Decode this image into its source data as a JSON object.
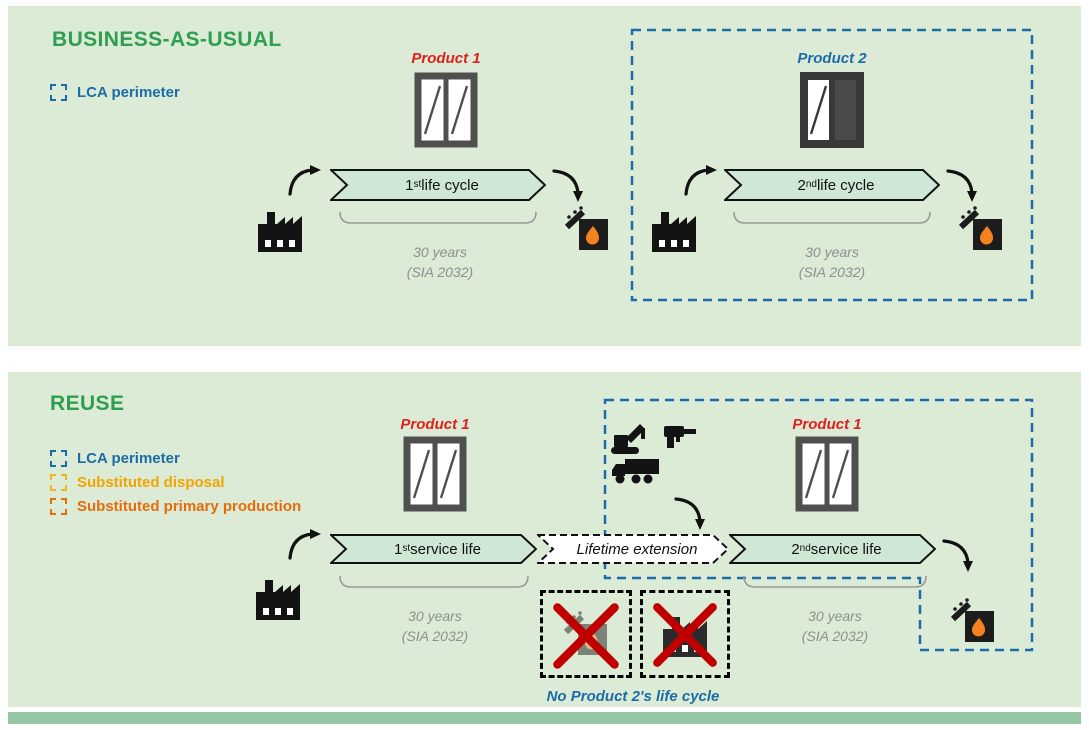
{
  "colors": {
    "panel_background": "#dcebd6",
    "title_green": "#2f9e50",
    "lca_perimeter_blue": "#1b6ca8",
    "product1_red": "#e0201c",
    "product2_blue": "#1b6ca8",
    "banner_fill_green": "#cfe8d6",
    "substituted_disposal_yellow": "#f0a500",
    "substituted_primary_orange": "#e46c0a",
    "cross_red": "#c00000",
    "muted_gray_text": "#8e8e8e"
  },
  "icons": {
    "factory": "factory-icon",
    "window": "window-icon",
    "incineration_plant": "incineration-plant-icon",
    "curved_arrow": "curved-arrow-icon",
    "demolition_machine": "demolition-machine-icon",
    "drill": "drill-icon",
    "truck": "truck-icon",
    "red_cross": "red-cross-icon"
  },
  "bau": {
    "title": "BUSINESS-AS-USUAL",
    "legend": {
      "lca": "LCA perimeter"
    },
    "product1": "Product 1",
    "product2": "Product 2",
    "cycle1": {
      "base": "1",
      "sup": "st",
      "rest": " life cycle"
    },
    "cycle2": {
      "base": "2",
      "sup": "nd",
      "rest": " life cycle"
    },
    "duration1": {
      "years": "30 years",
      "norm": "(SIA 2032)"
    },
    "duration2": {
      "years": "30 years",
      "norm": "(SIA 2032)"
    }
  },
  "reuse": {
    "title": "REUSE",
    "legend": {
      "lca": "LCA perimeter",
      "disposal": "Substituted disposal",
      "primary": "Substituted primary production"
    },
    "product1_left": "Product 1",
    "product1_right": "Product 1",
    "service1": {
      "base": "1",
      "sup": "st",
      "rest": " service life"
    },
    "extension": "Lifetime extension",
    "service2": {
      "base": "2",
      "sup": "nd",
      "rest": " service life"
    },
    "duration1": {
      "years": "30 years",
      "norm": "(SIA 2032)"
    },
    "duration2": {
      "years": "30 years",
      "norm": "(SIA 2032)"
    },
    "no_product2": "No Product 2's life cycle"
  }
}
